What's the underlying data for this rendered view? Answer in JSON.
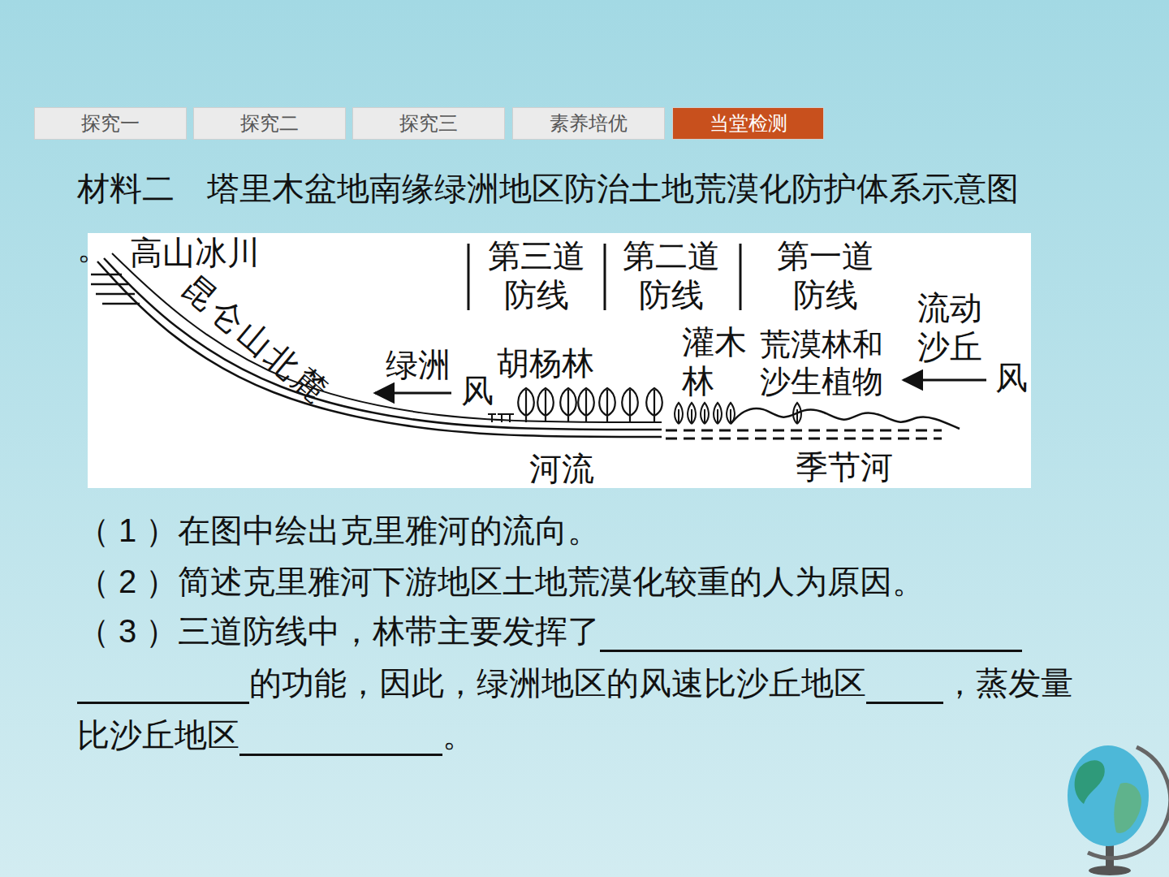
{
  "diagram": {
    "title": "材料二　塔里木盆地南缘绿洲地区防治土地荒漠化防护体系示意图",
    "nodes": [
      {
        "text": [
          "探究一"
        ]
      },
      {
        "text": [
          "探究二"
        ]
      },
      {
        "text": [
          "探究三"
        ]
      },
      {
        "text": [
          "素养培优"
        ]
      },
      {
        "text": [
          "当堂检测"
        ]
      }
    ],
    "labels": [
      "。",
      "高山冰川",
      "昆仑山北麓",
      "第三道防线",
      "第二道防线",
      "第一道防线",
      "流动沙丘",
      "灌木林",
      "荒漠林和沙生植物",
      "绿洲",
      "风",
      "胡杨林",
      "风",
      "河流",
      "季节河",
      "（ 1 ）在图中绘出克里雅河的流向。",
      "（ 2 ）简述克里雅河下游地区土地荒漠化较重的人为原因。",
      "（ 3 ）三道防线中，林带主要发挥了",
      "的功能，因此，绿洲地区的风速比沙丘地区",
      "，蒸发量比沙丘地区",
      "。"
    ]
  }
}
